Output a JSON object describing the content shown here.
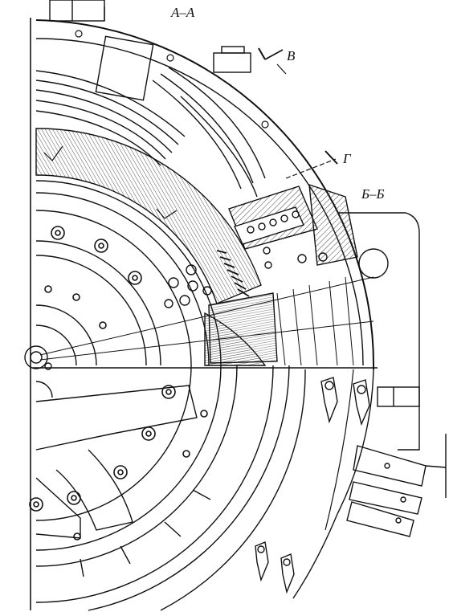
{
  "labels": {
    "section_aa": "A–A",
    "section_bb": "Б–Б",
    "view_v": "В",
    "view_g": "Г"
  },
  "colors": {
    "ink": "#111111",
    "paper": "#ffffff",
    "hatch": "#444444"
  }
}
